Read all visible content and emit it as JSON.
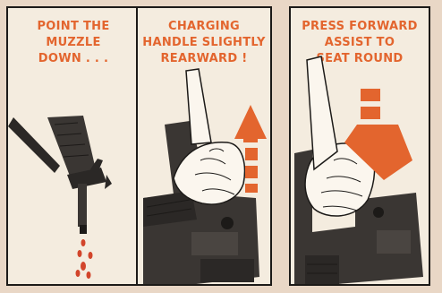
{
  "panels": [
    {
      "id": "point-muzzle",
      "caption": [
        "POINT THE",
        "MUZZLE",
        "DOWN . . ."
      ]
    },
    {
      "id": "charging-handle",
      "caption": [
        "CHARGING",
        "HANDLE SLIGHTLY",
        "REARWARD !"
      ]
    },
    {
      "id": "forward-assist",
      "caption": [
        "PRESS FORWARD",
        "ASSIST TO",
        "SEAT ROUND"
      ]
    }
  ],
  "colors": {
    "accent": "#e3652e",
    "panel_background": "#f4ecdf",
    "page_background": "#e9d7c6",
    "ink": "#1c1a18",
    "water_drops": "#d2452b"
  },
  "icons": [
    "arrow-up-icon",
    "arrow-down-icon"
  ]
}
